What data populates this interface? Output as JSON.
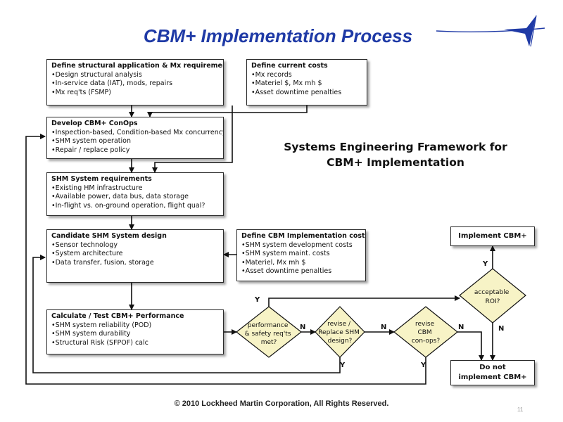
{
  "title": "CBM+ Implementation Process",
  "logo_icon": "star-logo-icon",
  "framework_title": [
    "Systems Engineering Framework for",
    "CBM+ Implementation"
  ],
  "boxes": {
    "define_structural": {
      "title": "Define structural application  & Mx requirements",
      "items": [
        "•Design structural analysis",
        "•In-service data (IAT), mods, repairs",
        "•Mx req'ts (FSMP)"
      ]
    },
    "define_current_costs": {
      "title": "Define current costs",
      "items": [
        "•Mx records",
        "•Materiel $, Mx mh $",
        "•Asset downtime penalties"
      ]
    },
    "develop_conops": {
      "title": "Develop CBM+ ConOps",
      "items": [
        "•Inspection-based, Condition-based Mx concurrency",
        "•SHM system operation",
        "•Repair / replace policy"
      ]
    },
    "shm_requirements": {
      "title": "SHM System  requirements",
      "items": [
        "•Existing HM infrastructure",
        "•Available power, data bus, data storage",
        "•In-flight vs. on-ground operation, flight qual?"
      ]
    },
    "candidate_shm": {
      "title": "Candidate SHM System  design",
      "items": [
        "•Sensor technology",
        "•System architecture",
        "•Data transfer, fusion, storage"
      ]
    },
    "define_cbm_costs": {
      "title": "Define CBM Implementation costs",
      "items": [
        "•SHM system development costs",
        "•SHM system maint.  costs",
        "•Materiel, Mx mh $",
        "•Asset downtime penalties"
      ]
    },
    "calculate_test": {
      "title": "Calculate  / Test CBM+ Performance",
      "items": [
        "•SHM system reliability (POD)",
        "•SHM system durability",
        "•Structural Risk (SFPOF) calc"
      ]
    },
    "implement": {
      "lines": [
        "Implement CBM+"
      ]
    },
    "do_not": {
      "lines": [
        "Do not",
        "implement CBM+"
      ]
    }
  },
  "decisions": {
    "performance": [
      "performance",
      "& safety req'ts",
      "met?"
    ],
    "revise_shm": [
      "revise /",
      "Replace SHM",
      "design?"
    ],
    "revise_cbm": [
      "revise",
      "CBM",
      "con-ops?"
    ],
    "roi": [
      "acceptable",
      "ROI?"
    ]
  },
  "edge_labels": {
    "perf_yes": "Y",
    "perf_no": "N",
    "perf_bottom_y": "Y",
    "revshm_no": "N",
    "revcbm_no": "N",
    "revcbm_bottom_y": "Y",
    "roi_yes": "Y",
    "roi_no": "N"
  },
  "colors": {
    "title": "#1f3aa6",
    "decision_fill": "#f7f3c6",
    "logo": "#1f3aa6"
  },
  "footer": "© 2010 Lockheed Martin Corporation, All Rights Reserved.",
  "page_number": "11"
}
